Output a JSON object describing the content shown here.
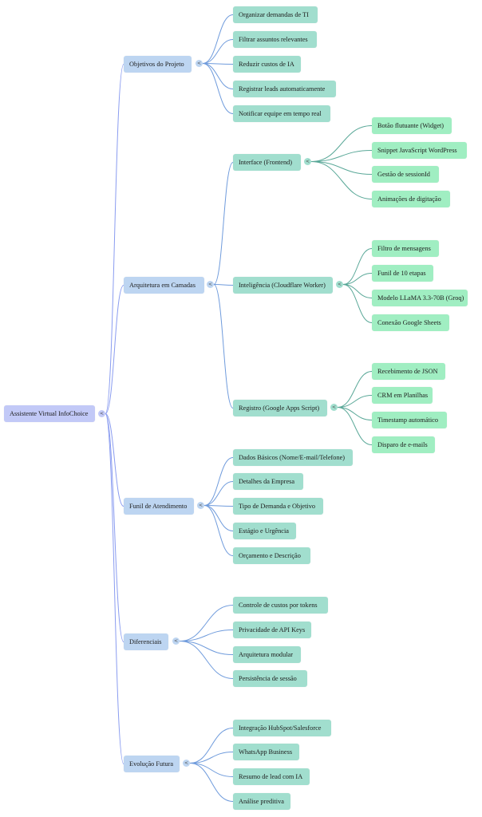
{
  "mindmap": {
    "root": {
      "label": "Assistente Virtual InfoChoice",
      "toggle_icon": "<",
      "children": [
        {
          "label": "Objetivos do Projeto",
          "toggle_icon": "<",
          "children": [
            {
              "label": "Organizar demandas de TI"
            },
            {
              "label": "Filtrar assuntos relevantes"
            },
            {
              "label": "Reduzir custos de IA"
            },
            {
              "label": "Registrar leads automaticamente"
            },
            {
              "label": "Notificar equipe em tempo real"
            }
          ]
        },
        {
          "label": "Arquitetura em Camadas",
          "toggle_icon": "<",
          "children": [
            {
              "label": "Interface (Frontend)",
              "toggle_icon": "<",
              "children": [
                {
                  "label": "Botão flutuante (Widget)"
                },
                {
                  "label": "Snippet JavaScript WordPress"
                },
                {
                  "label": "Gestão de sessionId"
                },
                {
                  "label": "Animações de digitação"
                }
              ]
            },
            {
              "label": "Inteligência (Cloudflare Worker)",
              "toggle_icon": "<",
              "children": [
                {
                  "label": "Filtro de mensagens"
                },
                {
                  "label": "Funil de 10 etapas"
                },
                {
                  "label": "Modelo LLaMA 3.3-70B (Groq)"
                },
                {
                  "label": "Conexão Google Sheets"
                }
              ]
            },
            {
              "label": "Registro (Google Apps Script)",
              "toggle_icon": "<",
              "children": [
                {
                  "label": "Recebimento de JSON"
                },
                {
                  "label": "CRM em Planilhas"
                },
                {
                  "label": "Timestamp automático"
                },
                {
                  "label": "Disparo de e-mails"
                }
              ]
            }
          ]
        },
        {
          "label": "Funil de Atendimento",
          "toggle_icon": "<",
          "children": [
            {
              "label": "Dados Básicos (Nome/E-mail/Telefone)"
            },
            {
              "label": "Detalhes da Empresa"
            },
            {
              "label": "Tipo de Demanda e Objetivo"
            },
            {
              "label": "Estágio e Urgência"
            },
            {
              "label": "Orçamento e Descrição"
            }
          ]
        },
        {
          "label": "Diferenciais",
          "toggle_icon": "<",
          "children": [
            {
              "label": "Controle de custos por tokens"
            },
            {
              "label": "Privacidade de API Keys"
            },
            {
              "label": "Arquitetura modular"
            },
            {
              "label": "Persistência de sessão"
            }
          ]
        },
        {
          "label": "Evolução Futura",
          "toggle_icon": "<",
          "children": [
            {
              "label": "Integração HubSpot/Salesforce"
            },
            {
              "label": "WhatsApp Business"
            },
            {
              "label": "Resumo de lead com IA"
            },
            {
              "label": "Análise preditiva"
            }
          ]
        }
      ]
    },
    "colors": {
      "root": "#c2c9f7",
      "level1": "#bdd5f1",
      "level2": "#a1dece",
      "level3": "#a0eec2",
      "edge_root": "#8a9cf0",
      "edge_level1": "#6f9bdc",
      "edge_level2": "#5aa898"
    }
  }
}
